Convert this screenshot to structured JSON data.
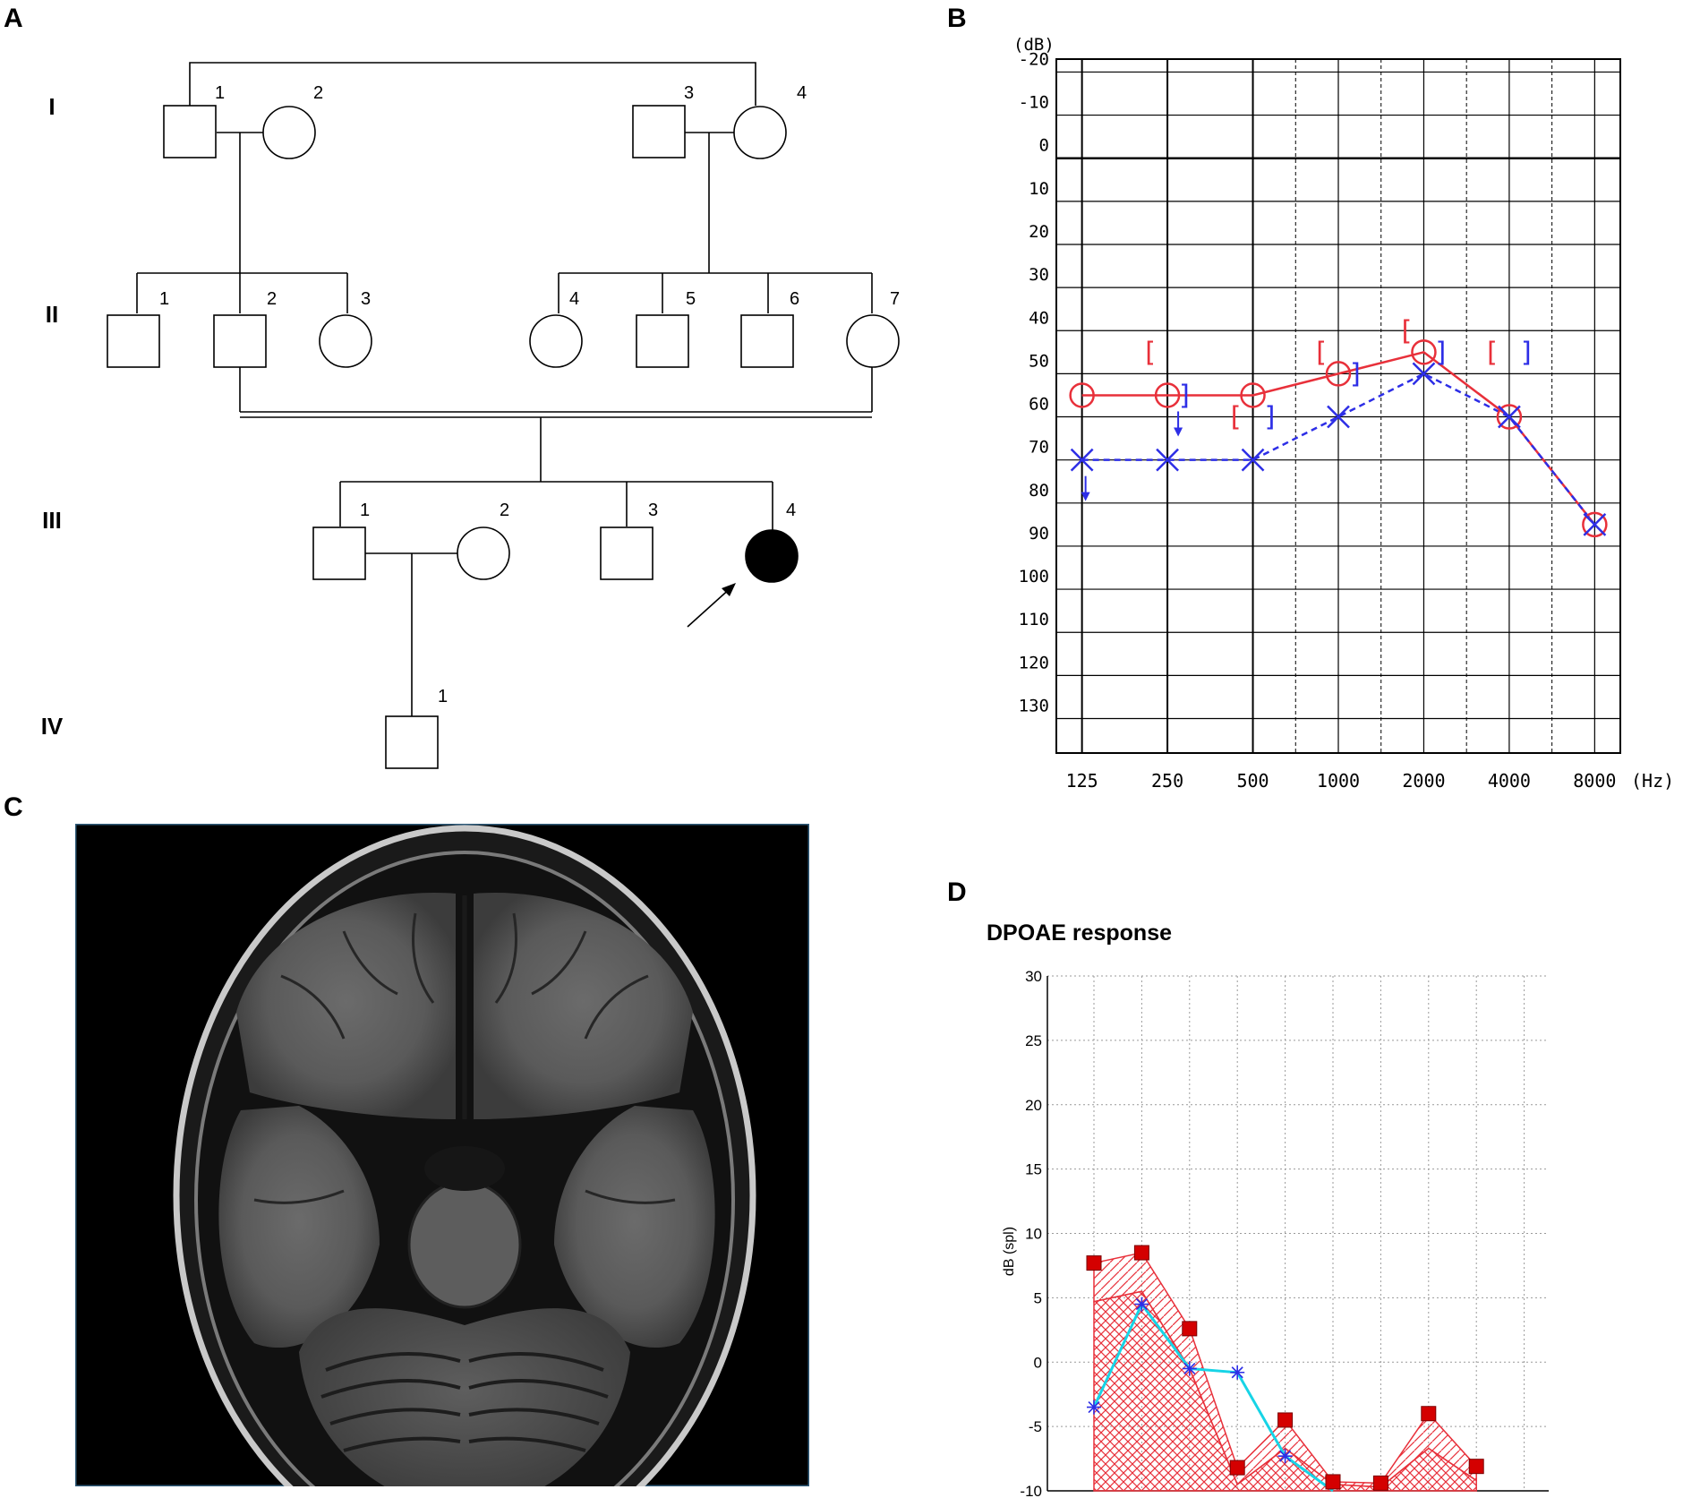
{
  "panels": {
    "a": {
      "label": "A"
    },
    "b": {
      "label": "B"
    },
    "c": {
      "label": "C"
    },
    "d": {
      "label": "D"
    }
  },
  "pedigree": {
    "generations": [
      "I",
      "II",
      "III",
      "IV"
    ],
    "individuals": {
      "I": [
        "1",
        "2",
        "3",
        "4"
      ],
      "II": [
        "1",
        "2",
        "3",
        "4",
        "5",
        "6",
        "7"
      ],
      "III": [
        "1",
        "2",
        "3",
        "4"
      ],
      "IV": [
        "1"
      ]
    }
  },
  "colors": {
    "red": "#e8303a",
    "blue": "#2d2ee6",
    "cyan": "#17d4e6",
    "mri_bg": "#000000"
  },
  "chart_data": [
    {
      "type": "line",
      "panel": "B",
      "xlabel": "(Hz)",
      "ylabel": "(dB)",
      "x_tick_labels": [
        "125",
        "250",
        "500",
        "1000",
        "2000",
        "4000",
        "8000"
      ],
      "y_tick_labels": [
        "-20",
        "-10",
        "0",
        "10",
        "20",
        "30",
        "40",
        "50",
        "60",
        "70",
        "80",
        "90",
        "100",
        "110",
        "120",
        "130"
      ],
      "ylim": [
        -20,
        130
      ],
      "y_inverted": true,
      "x_scale": "log",
      "grid": true,
      "series": [
        {
          "marker": "circle",
          "color": "#e8303a",
          "line": "solid",
          "x": [
            125,
            250,
            500,
            1000,
            2000,
            4000,
            8000
          ],
          "values": [
            55,
            55,
            55,
            50,
            45,
            60,
            85
          ]
        },
        {
          "marker": "x",
          "color": "#2d2ee6",
          "line": "dashed",
          "x": [
            125,
            250,
            500,
            1000,
            2000,
            4000,
            8000
          ],
          "values": [
            70,
            70,
            70,
            60,
            50,
            60,
            85
          ]
        }
      ],
      "bone_conduction": [
        {
          "symbol": "[",
          "color": "#e8303a",
          "x": 250,
          "y": 45
        },
        {
          "symbol": "]",
          "color": "#2d2ee6",
          "x": 250,
          "y": 55
        },
        {
          "symbol": "[",
          "color": "#e8303a",
          "x": 500,
          "y": 60
        },
        {
          "symbol": "]",
          "color": "#2d2ee6",
          "x": 500,
          "y": 60
        },
        {
          "symbol": "[",
          "color": "#e8303a",
          "x": 1000,
          "y": 45
        },
        {
          "symbol": "]",
          "color": "#2d2ee6",
          "x": 1000,
          "y": 50
        },
        {
          "symbol": "[",
          "color": "#e8303a",
          "x": 2000,
          "y": 40
        },
        {
          "symbol": "]",
          "color": "#2d2ee6",
          "x": 2000,
          "y": 45
        },
        {
          "symbol": "[",
          "color": "#e8303a",
          "x": 4000,
          "y": 45
        },
        {
          "symbol": "]",
          "color": "#2d2ee6",
          "x": 4000,
          "y": 45
        }
      ],
      "no_response_arrows": [
        {
          "color": "#2d2ee6",
          "x": 125,
          "y": 70
        },
        {
          "color": "#2d2ee6",
          "x": 250,
          "y": 55
        }
      ]
    },
    {
      "type": "area",
      "panel": "D",
      "title": "DPOAE response",
      "ylabel": "dB (spl)",
      "y_tick_labels": [
        "30",
        "25",
        "20",
        "15",
        "10",
        "5",
        "0",
        "-5",
        "-10"
      ],
      "ylim": [
        -10,
        30
      ],
      "grid": true,
      "series": [
        {
          "marker": "square",
          "color": "#e8303a",
          "x": [
            1,
            2,
            3,
            4,
            5,
            6,
            7,
            8,
            9
          ],
          "values": [
            7.7,
            8.5,
            2.6,
            -8.2,
            -4.5,
            -9.3,
            -9.4,
            -4,
            -8.1
          ]
        },
        {
          "marker": "asterisk",
          "color": "#17d4e6",
          "x": [
            1,
            2,
            3,
            4,
            5,
            6
          ],
          "values": [
            -3.5,
            4.5,
            -0.5,
            -0.8,
            -7.3,
            -10
          ]
        }
      ],
      "noise_floor": {
        "x": [
          1,
          2,
          3,
          4,
          5,
          6,
          7,
          8,
          9
        ],
        "values": [
          4.7,
          5.5,
          -0.5,
          -9.5,
          -6.7,
          -9.5,
          -9.7,
          -6.7,
          -9.2
        ]
      }
    }
  ]
}
